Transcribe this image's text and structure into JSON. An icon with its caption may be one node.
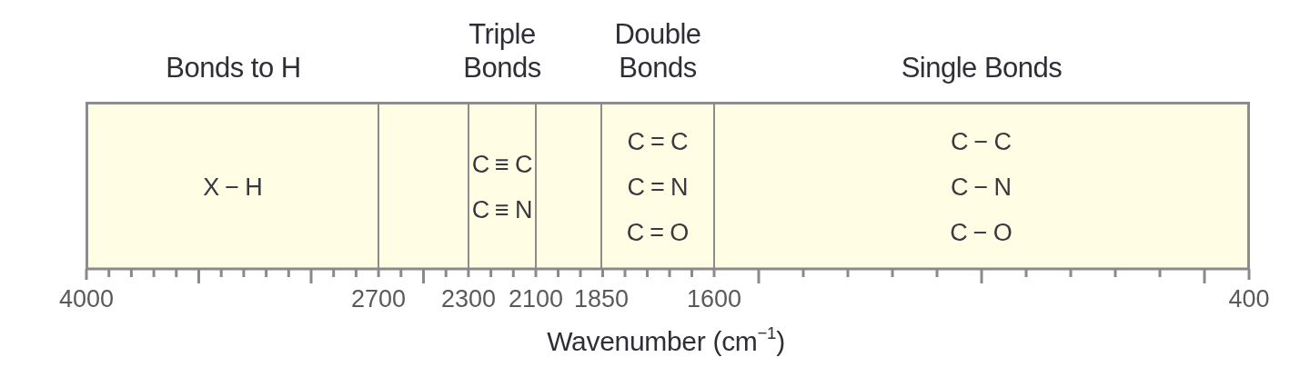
{
  "diagram": {
    "nodes": [
      {
        "text": [
          "Bonds to H",
          "X−H"
        ]
      },
      {
        "text": [],
        "shape": "box"
      },
      {
        "text": [
          "Triple Bonds",
          "C≡C",
          "C≡N"
        ]
      },
      {
        "text": [],
        "shape": "box"
      },
      {
        "text": [
          "Double Bonds",
          "C=C",
          "C=N",
          "C=O"
        ]
      },
      {
        "text": [
          "Single Bonds",
          "C−C",
          "C−N",
          "C−O"
        ]
      }
    ],
    "labels": [
      "4000",
      "2700",
      "2300",
      "2100",
      "1850",
      "1600",
      "400",
      "Wavenumber (cm$^{−1}$)"
    ]
  }
}
